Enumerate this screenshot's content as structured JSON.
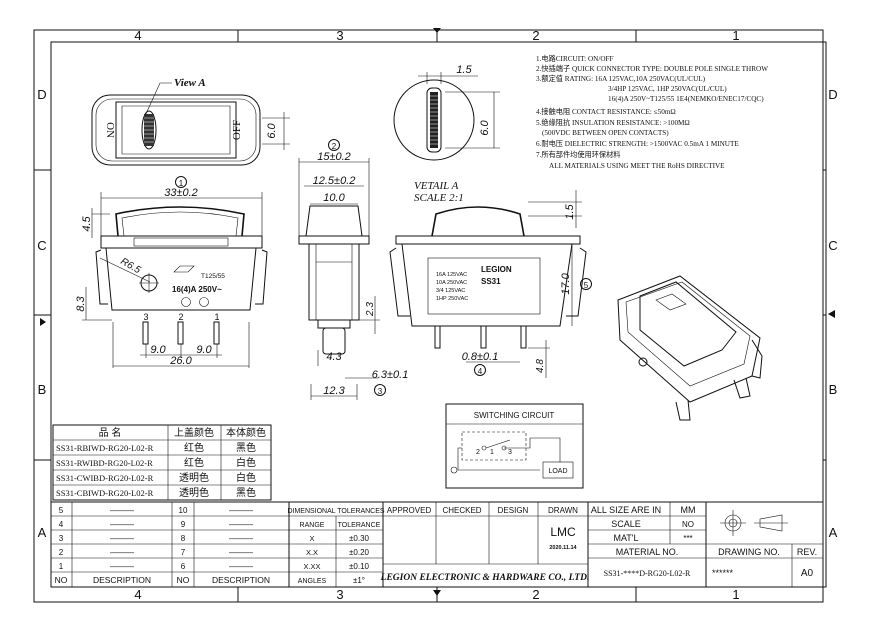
{
  "grid": {
    "columns": [
      "4",
      "3",
      "2",
      "1"
    ],
    "rows": [
      "D",
      "C",
      "B",
      "A"
    ]
  },
  "notes": [
    "1.电路CIRCUIT: ON/OFF",
    "2.快插端子 QUICK CONNECTOR TYPE: DOUBLE POLE SINGLE THROW",
    "3.额定值 RATING: 16A 125VAC,10A 250VAC(UL/CUL)",
    "3/4HP 125VAC, 1HP 250VAC(UL/CUL)",
    "16(4)A 250V~T125/55 1E4(NEMKO/ENEC17/CQC)",
    "4.接触电阻 CONTACT RESISTANCE: ≤50mΩ",
    "5.绝缘阻抗 INSULATION RESISTANCE: >100MΩ",
    "(500VDC BETWEEN OPEN CONTACTS)",
    "6.耐电压 DIELECTRIC STRENGTH: >1500VAC 0.5mA 1 MINUTE",
    "7.所有部件均使用环保材料",
    "ALL MATERIALS USING MEET THE RoHS DIRECTIVE"
  ],
  "view_a": {
    "label": "View A",
    "on": "ON",
    "off": "OFF",
    "dim_height": "6.0"
  },
  "detail_a": {
    "title": "VETAIL A",
    "scale": "SCALE 2:1",
    "dim_width": "1.5",
    "dim_height": "6.0"
  },
  "front_view": {
    "marker": "1",
    "dim_width": "33±0.2",
    "dim_tab": "4.5",
    "dim_r": "R6.5",
    "dim_height": "8.3",
    "dim_pitch_1": "9.0",
    "dim_pitch_2": "9.0",
    "dim_total": "26.0",
    "terminals": [
      "3",
      "2",
      "1"
    ],
    "rating_text": "16(4)A 250V~",
    "temp_text": "T125/55"
  },
  "side_view": {
    "marker": "2",
    "dim_width": "15±0.2",
    "dim_inner": "12.5±0.2",
    "dim_top": "10.0",
    "dim_23": "2.3",
    "dim_43": "4.3",
    "dim_63": "6.3±0.1",
    "dim_bottom": "12.3",
    "marker_bottom": "3"
  },
  "right_view": {
    "dim_15": "1.5",
    "dim_170": "17.0",
    "marker_side": "5",
    "dim_08": "0.8±0.1",
    "marker_bottom": "4",
    "dim_48": "4.8",
    "brand": "LEGION",
    "model": "SS31",
    "ratings": [
      "16A 125VAC",
      "10A 250VAC",
      "3/4 125VAC",
      "1HP 250VAC"
    ]
  },
  "switching_circuit": {
    "title": "SWITCHING CIRCUIT",
    "load": "LOAD",
    "terminals": [
      "2",
      "1",
      "3"
    ]
  },
  "parts_table": {
    "headers": [
      "品  名",
      "上盖颜色",
      "本体颜色"
    ],
    "rows": [
      [
        "SS31-RBIWD-RG20-L02-R",
        "红色",
        "黑色"
      ],
      [
        "SS31-RWIBD-RG20-L02-R",
        "红色",
        "白色"
      ],
      [
        "SS31-CWIBD-RG20-L02-R",
        "透明色",
        "白色"
      ],
      [
        "SS31-CBIWD-RG20-L02-R",
        "透明色",
        "黑色"
      ]
    ]
  },
  "revision_table": {
    "numbers_left": [
      "5",
      "4",
      "3",
      "2",
      "1"
    ],
    "numbers_right": [
      "10",
      "9",
      "8",
      "7",
      "6"
    ],
    "dash": "———",
    "col_no": "NO",
    "col_desc": "DESCRIPTION"
  },
  "tolerance_table": {
    "title": "DIMENSIONAL TOLERANCES",
    "headers": [
      "RANGE",
      "TOLERANCE"
    ],
    "rows": [
      [
        "X",
        "±0.30"
      ],
      [
        "X.X",
        "±0.20"
      ],
      [
        "X.XX",
        "±0.10"
      ],
      [
        "ANGLES",
        "±1°"
      ]
    ]
  },
  "title_block": {
    "approved": "APPROVED",
    "checked": "CHECKED",
    "design": "DESIGN",
    "drawn": "DRAWN",
    "drawn_by": "LMC",
    "date": "2020.11.14",
    "company": "LEGION ELECTRONIC & HARDWARE CO., LTD.",
    "all_size": "ALL SIZE ARE IN",
    "unit": "MM",
    "scale_label": "SCALE",
    "scale_value": "NO",
    "mat_label": "MAT'L",
    "mat_value": "***",
    "material_no_label": "MATERIAL NO.",
    "material_no": "SS31-****D-RG20-L02-R",
    "drawing_no_label": "DRAWING NO.",
    "drawing_no": "******",
    "rev_label": "REV.",
    "rev": "A0"
  }
}
